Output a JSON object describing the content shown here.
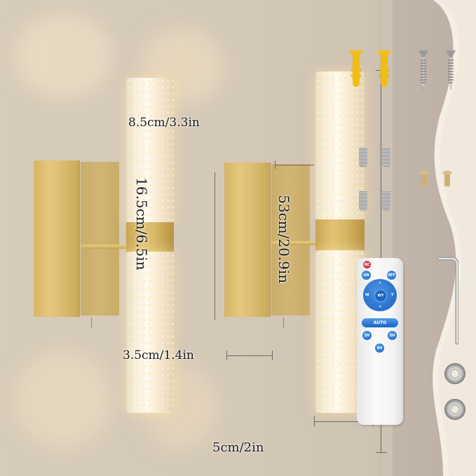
{
  "image": {
    "subject": "Gold LED wall sconce pair with bubble crystal tubes",
    "background_color": "#f1e9dd",
    "wall_color": "#cfc3b4",
    "gold_color": "#d8b96c"
  },
  "dimensions": {
    "tube_gap": "8.5cm/3.3in",
    "backplate_height": "16.5cm/6.5in",
    "total_height": "53cm/20.9in",
    "backplate_width": "3.5cm/1.4in",
    "tube_diameter": "5cm/2in"
  },
  "accessories": {
    "wall_anchors": 2,
    "screws": 2,
    "springs": 4,
    "brass_bolts": 2,
    "hex_key": 1,
    "washers": 2
  },
  "remote": {
    "buttons": {
      "night": "NC",
      "on": "ON",
      "off": "OFF",
      "center": "WY",
      "left": "W",
      "right": "Y",
      "up": "☀",
      "down": "☀",
      "auto": "AUTO",
      "timer_3h": "3H",
      "timer_5h": "5H",
      "timer_8h": "8H"
    }
  }
}
